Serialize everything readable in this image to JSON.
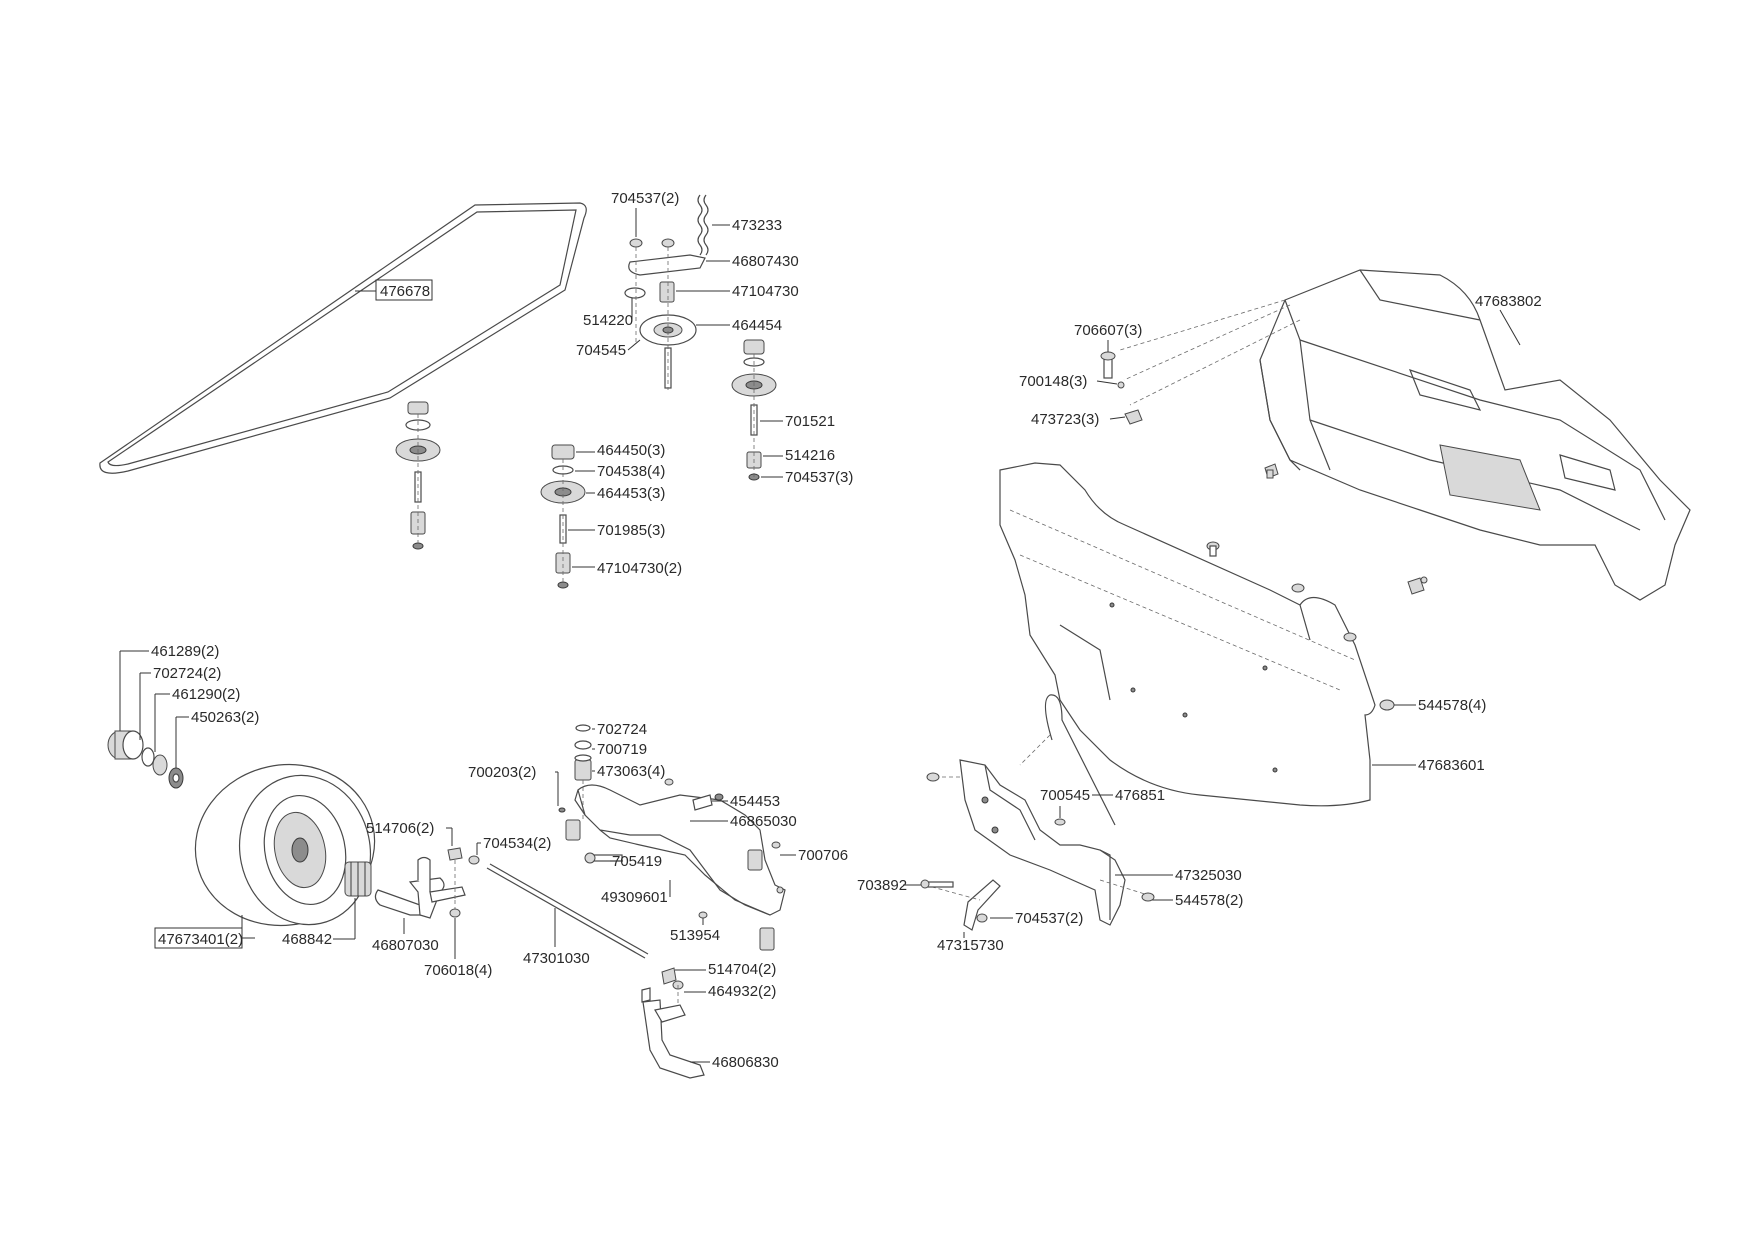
{
  "labels": {
    "belt": "476678",
    "spring_nut": "704537(2)",
    "spring": "473233",
    "idler_arm": "46807430",
    "spacer_top": "47104730",
    "washer_top": "514220",
    "idler_pulley": "464454",
    "bolt_top": "704545",
    "pulley_bolt": "701521",
    "spacer_right": "514216",
    "nut_right": "704537(3)",
    "pulley_cover": "464450(3)",
    "washer_mid": "704538(4)",
    "pulley_mid": "464453(3)",
    "bolt_mid": "701985(3)",
    "spacer_mid": "47104730(2)",
    "shroud": "47683802",
    "screw_shroud": "706607(3)",
    "washer_shroud": "700148(3)",
    "clip_shroud": "473723(3)",
    "screw_plate": "544578(4)",
    "deck_plate": "47683601",
    "rod": "476851",
    "bolt_bracket": "700545",
    "bracket": "47325030",
    "screw_bracket": "544578(2)",
    "bolt_link": "703892",
    "nut_link": "704537(2)",
    "link": "47315730",
    "seal": "461289(2)",
    "snap_ring": "702724(2)",
    "bearing": "461290(2)",
    "hub_washer": "450263(2)",
    "wheel": "47673401(2)",
    "bushing_wheel": "468842",
    "spindle_left": "46807030",
    "grease_left": "514706(2)",
    "nut_spindle": "704534(2)",
    "nut_small": "706018(4)",
    "tie_rod": "47301030",
    "grease_right": "514704(2)",
    "nut_right_spindle": "464932(2)",
    "spindle_right": "46806830",
    "clip_axle": "702724",
    "washer_axle": "700719",
    "bushing_axle": "473063(4)",
    "pin_axle": "700203(2)",
    "bushing_pivot": "454453",
    "axle_arm": "46865030",
    "bolt_axle": "705419",
    "nut_axle": "700706",
    "axle": "49309601",
    "fitting": "513954"
  }
}
